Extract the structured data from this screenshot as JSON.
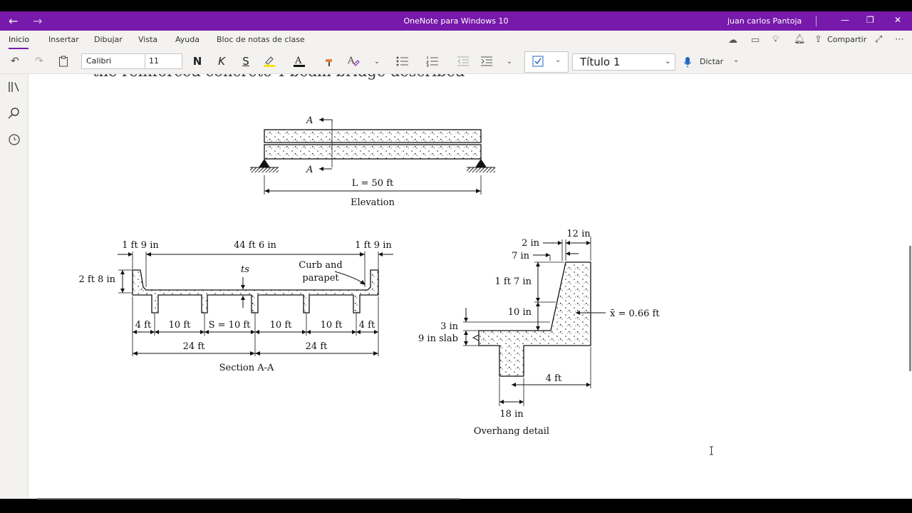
{
  "window": {
    "title": "OneNote para Windows 10",
    "user": "juan carlos Pantoja",
    "back_icon": "back-arrow-icon",
    "forward_icon": "forward-arrow-icon",
    "accent": "#7719aa"
  },
  "tabs": [
    "Inicio",
    "Insertar",
    "Dibujar",
    "Vista",
    "Ayuda",
    "Bloc de notas de clase"
  ],
  "ribbon": {
    "font": "Calibri",
    "font_size": "11",
    "bold": "N",
    "italic": "K",
    "underline": "S",
    "style": "Título 1",
    "dictate": "Dictar",
    "share": "Compartir"
  },
  "page_text": {
    "heading_fragment": "the reinforced concrete T-beam bridge described"
  },
  "figure": {
    "elevation": {
      "section_mark_top": "A",
      "section_mark_bottom": "A",
      "span": "L = 50 ft",
      "caption": "Elevation"
    },
    "section": {
      "dim_left": "1 ft 9 in",
      "dim_middle": "44 ft 6 in",
      "dim_right": "1 ft 9 in",
      "curb_height": "2 ft 8 in",
      "slab_label": "ts",
      "curb_label_1": "Curb and",
      "curb_label_2": "parapet",
      "spacing": [
        "4 ft",
        "10 ft",
        "S = 10 ft",
        "10 ft",
        "10 ft",
        "4 ft"
      ],
      "halves": [
        "24 ft",
        "24 ft"
      ],
      "caption": "Section A-A"
    },
    "overhang": {
      "dim_12": "12 in",
      "dim_2": "2 in",
      "dim_7": "7 in",
      "dim_1ft7": "1 ft 7 in",
      "dim_10": "10 in",
      "dim_3": "3 in",
      "slab": "9 in slab",
      "xbar": "x̄ = 0.66 ft",
      "dim_4ft": "4 ft",
      "dim_18": "18 in",
      "caption": "Overhang detail"
    }
  }
}
